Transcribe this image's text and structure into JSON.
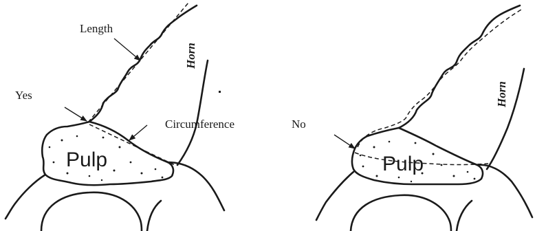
{
  "left_panel": {
    "label_length": "Length",
    "label_yes": "Yes",
    "label_circumference": "Circumference",
    "label_pulp": "Pulp",
    "label_horn": "Horn"
  },
  "right_panel": {
    "label_no": "No",
    "label_pulp": "Pulp",
    "label_horn": "Horn"
  }
}
